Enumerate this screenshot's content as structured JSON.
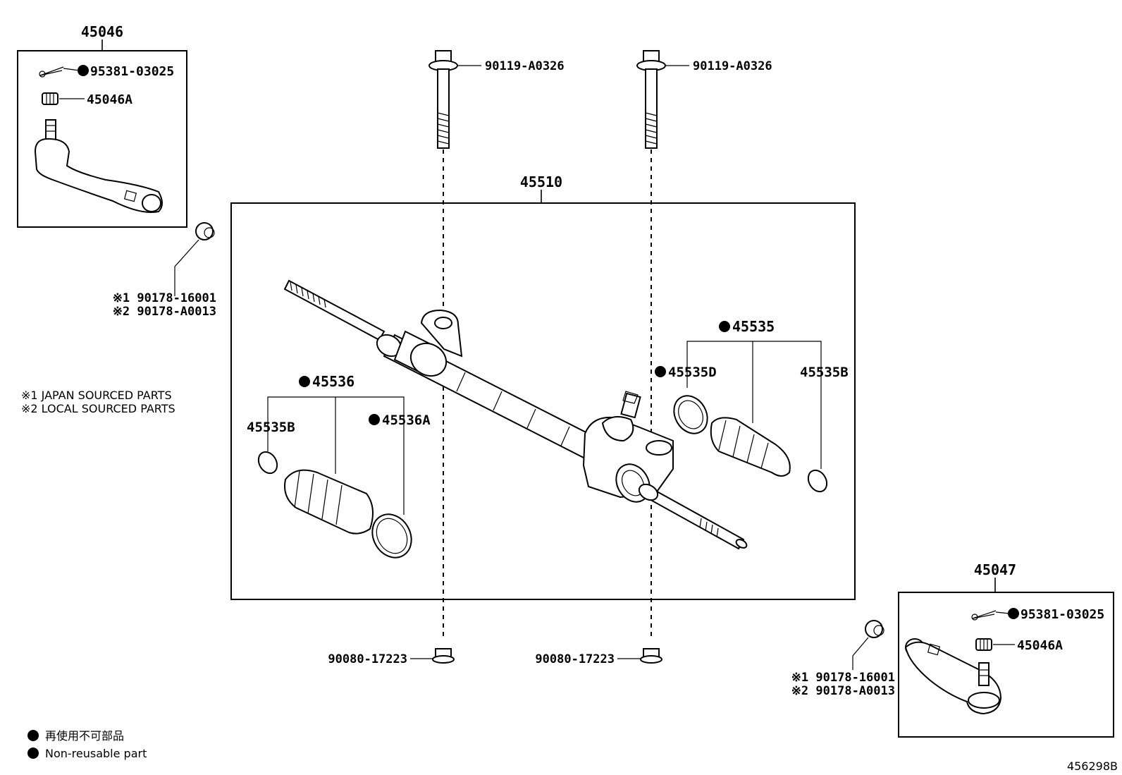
{
  "labels": {
    "tie_rod_end_lh": "45046",
    "cotter_pin_lh": "95381-03025",
    "nut_lh": "45046A",
    "nut_sourced_lh_1": "※1 90178-16001",
    "nut_sourced_lh_2": "※2 90178-A0013",
    "bolt_left": "90119-A0326",
    "bolt_right": "90119-A0326",
    "rack_assembly": "45510",
    "boot_kit_left": "45536",
    "boot_clamp_left_small": "45535B",
    "boot_clamp_left_large": "45536A",
    "boot_kit_right": "45535",
    "boot_clamp_right_large": "45535D",
    "boot_clamp_right_small": "45535B",
    "nut_bottom_left": "90080-17223",
    "nut_bottom_right": "90080-17223",
    "tie_rod_end_rh": "45047",
    "cotter_pin_rh": "95381-03025",
    "nut_rh": "45046A",
    "nut_sourced_rh_1": "※1 90178-16001",
    "nut_sourced_rh_2": "※2 90178-A0013"
  },
  "notes": {
    "japan_sourced": "※1 JAPAN SOURCED PARTS",
    "local_sourced": "※2 LOCAL SOURCED PARTS"
  },
  "legend": {
    "non_reusable_jp": "再使用不可部品",
    "non_reusable_en": "Non-reusable part"
  },
  "diagram_id": "456298B"
}
